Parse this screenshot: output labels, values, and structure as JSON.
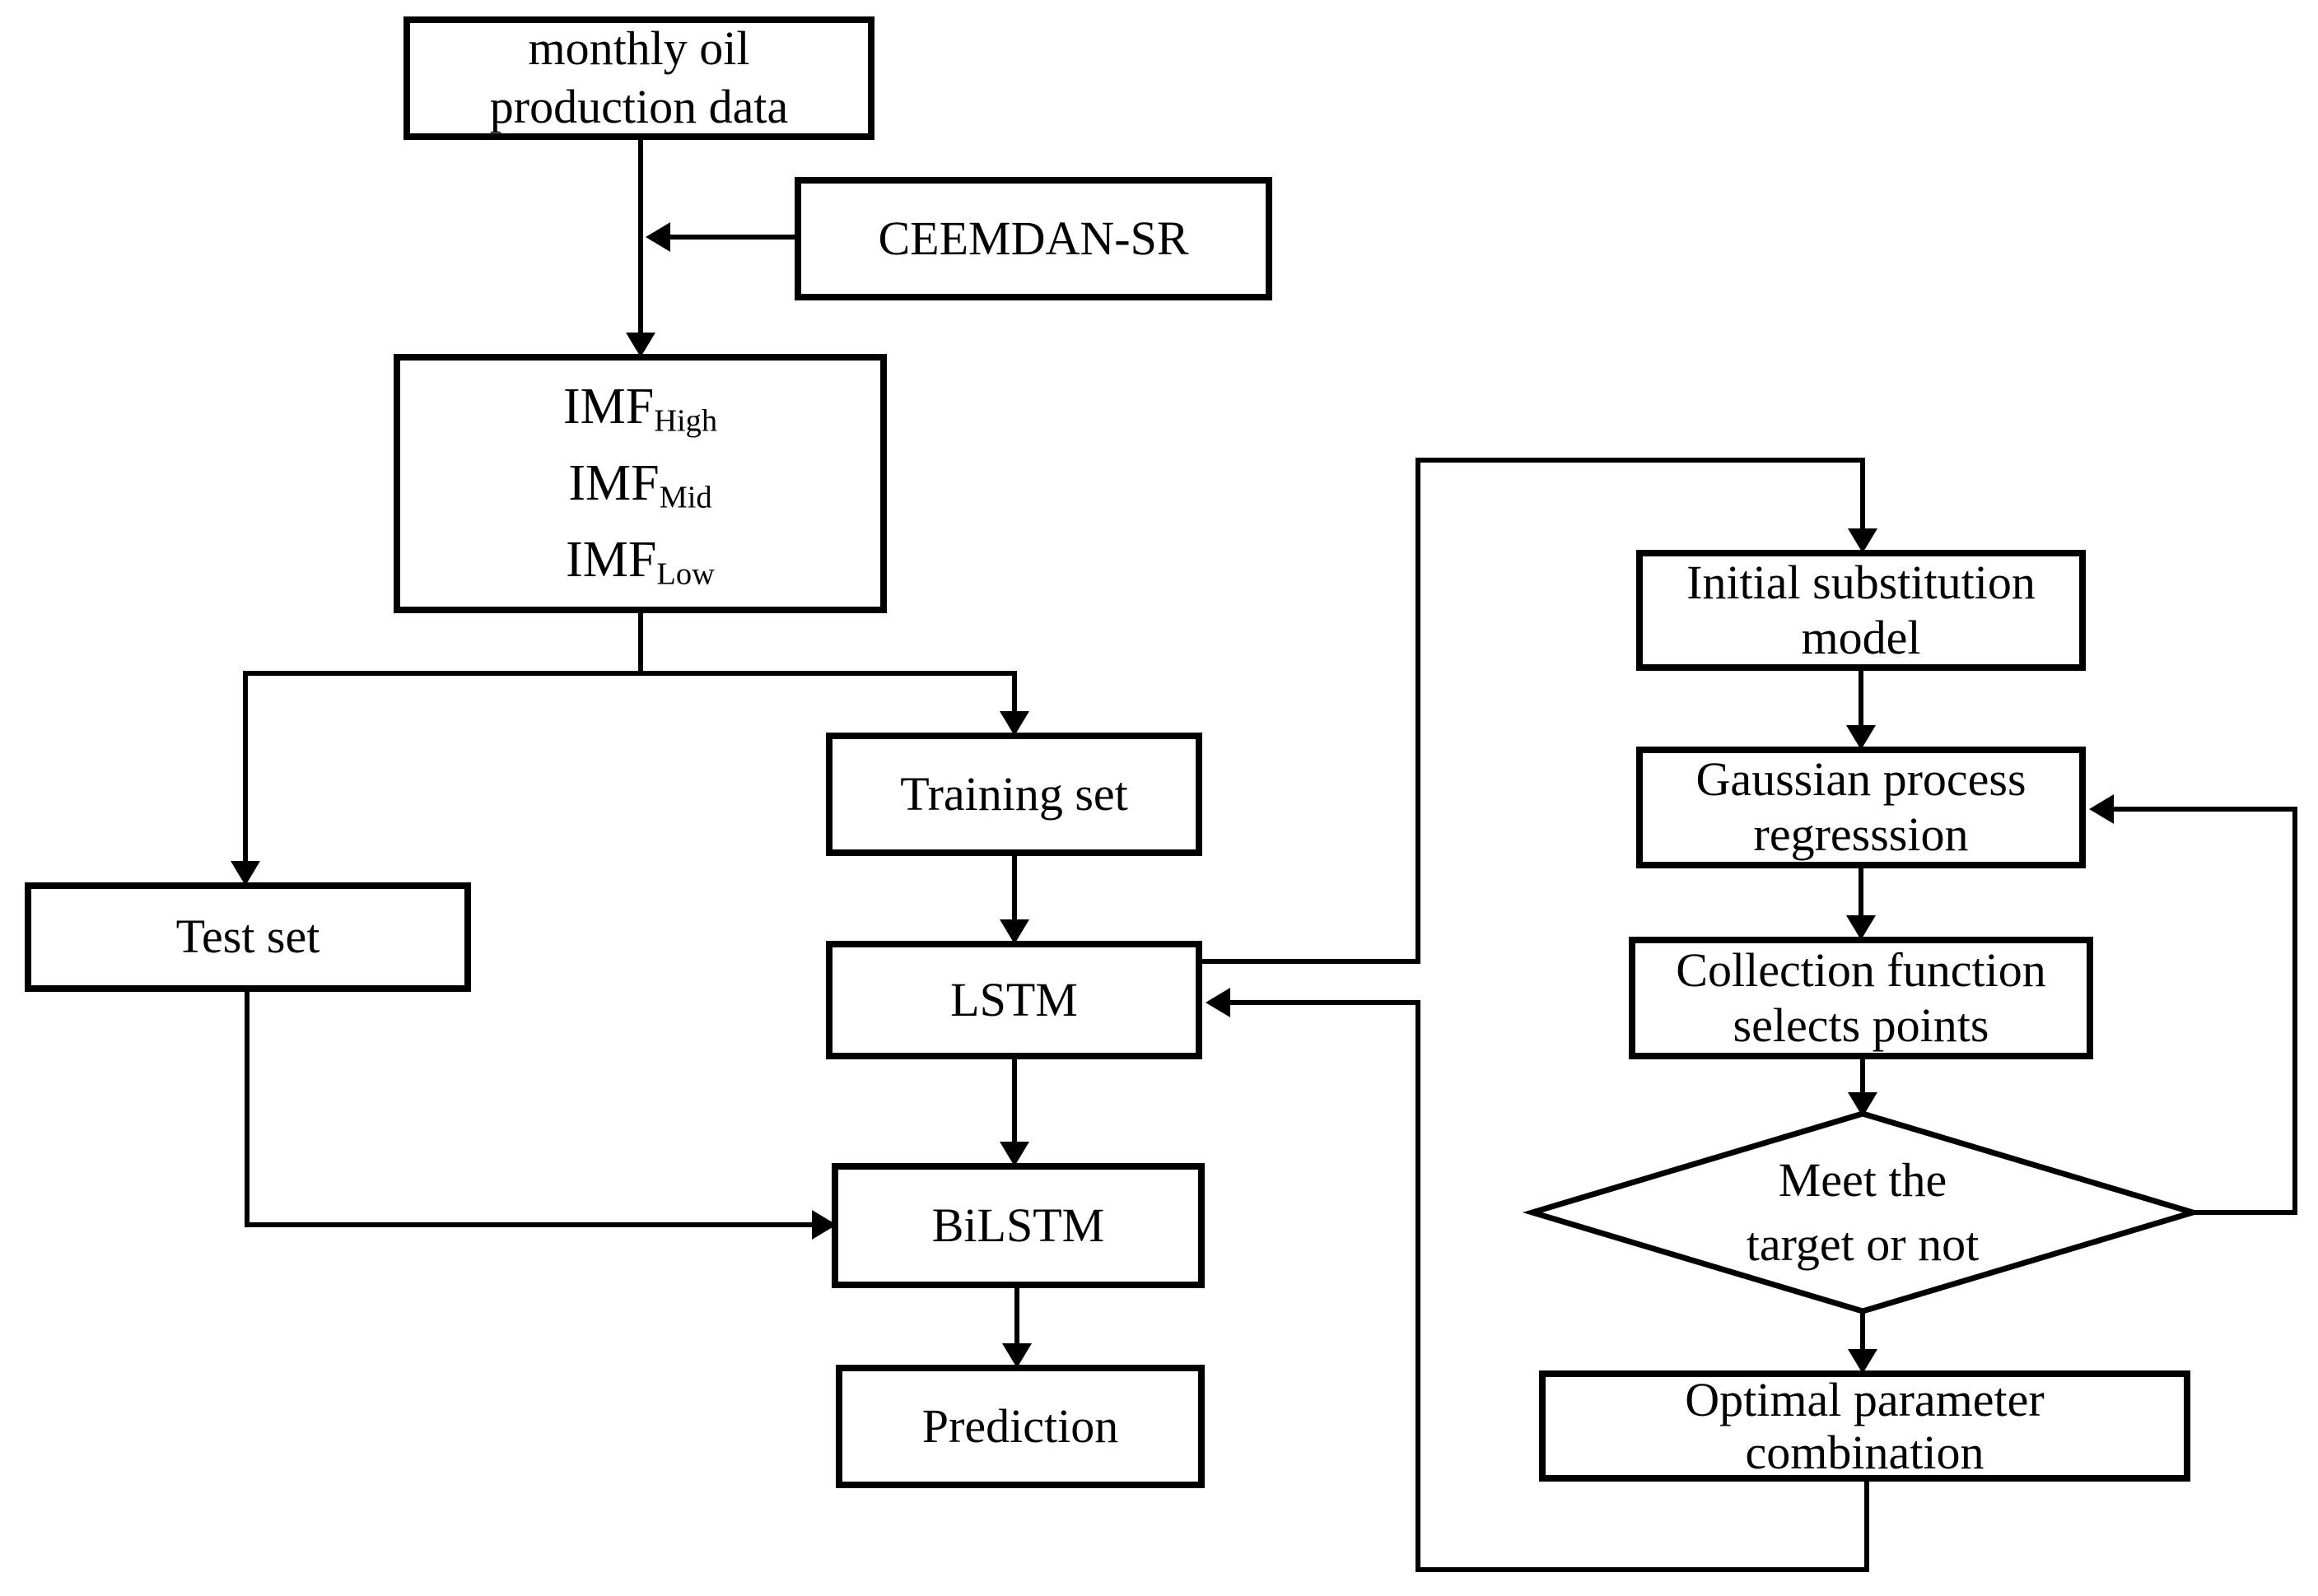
{
  "nodes": {
    "monthly_data": {
      "lines": [
        "monthly oil",
        "production data"
      ]
    },
    "ceemdan": {
      "label": "CEEMDAN-SR"
    },
    "imf": {
      "items": [
        {
          "base": "IMF",
          "sub": "High"
        },
        {
          "base": "IMF",
          "sub": "Mid"
        },
        {
          "base": "IMF",
          "sub": "Low"
        }
      ]
    },
    "training_set": {
      "label": "Training set"
    },
    "test_set": {
      "label": "Test set"
    },
    "lstm": {
      "label": "LSTM"
    },
    "bilstm": {
      "label": "BiLSTM"
    },
    "prediction": {
      "label": "Prediction"
    },
    "initial_model": {
      "lines": [
        "Initial substitution",
        "model"
      ]
    },
    "gaussian": {
      "lines": [
        "Gaussian process",
        "regresssion"
      ]
    },
    "collection": {
      "lines": [
        "Collection function",
        "selects points"
      ]
    },
    "decision": {
      "lines": [
        "Meet the",
        "target or not"
      ]
    },
    "optimal": {
      "lines": [
        "Optimal parameter",
        "combination"
      ]
    }
  },
  "colors": {
    "line": "#000000",
    "background": "#ffffff",
    "box_fill": "#ffffff"
  }
}
